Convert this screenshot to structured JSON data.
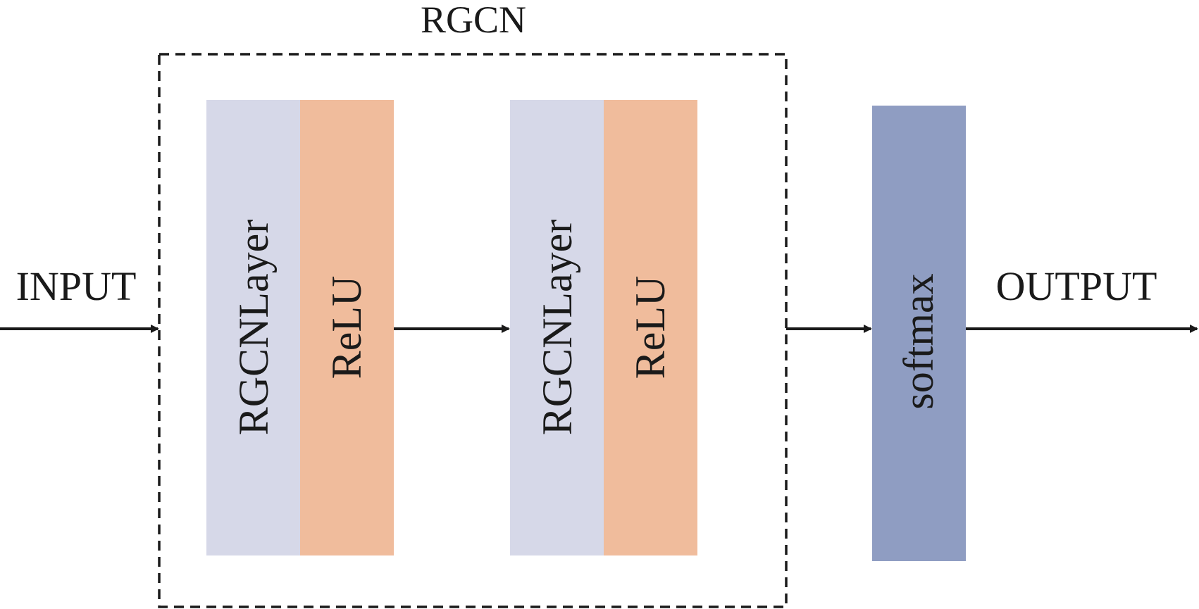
{
  "group": {
    "title": "RGCN"
  },
  "input_label": "INPUT",
  "output_label": "OUTPUT",
  "blocks": {
    "layer1": {
      "label": "RGCNLayer"
    },
    "act1": {
      "label": "ReLU"
    },
    "layer2": {
      "label": "RGCNLayer"
    },
    "act2": {
      "label": "ReLU"
    },
    "softmax": {
      "label": "softmax"
    }
  },
  "colors": {
    "layer_fill": "#d6d8e8",
    "relu_fill": "#f0bc9c",
    "softmax_fill": "#8f9dc2",
    "line": "#1a1a1a"
  }
}
